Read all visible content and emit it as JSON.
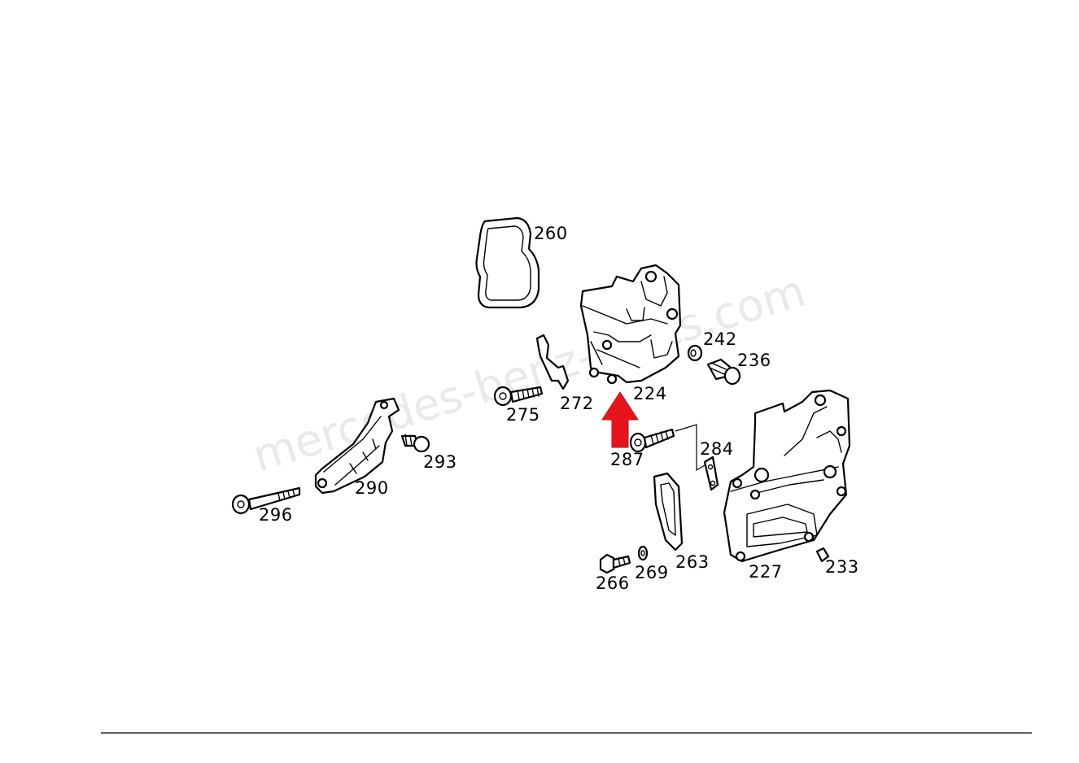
{
  "diagram": {
    "watermark": "mercedes-benz-parts.com",
    "accent_color": "#e8141c",
    "callouts": [
      {
        "id": "260",
        "label": "260"
      },
      {
        "id": "242",
        "label": "242"
      },
      {
        "id": "236",
        "label": "236"
      },
      {
        "id": "224",
        "label": "224"
      },
      {
        "id": "272",
        "label": "272"
      },
      {
        "id": "275",
        "label": "275"
      },
      {
        "id": "287",
        "label": "287"
      },
      {
        "id": "284",
        "label": "284"
      },
      {
        "id": "293",
        "label": "293"
      },
      {
        "id": "290",
        "label": "290"
      },
      {
        "id": "296",
        "label": "296"
      },
      {
        "id": "263",
        "label": "263"
      },
      {
        "id": "269",
        "label": "269"
      },
      {
        "id": "266",
        "label": "266"
      },
      {
        "id": "227",
        "label": "227"
      },
      {
        "id": "233",
        "label": "233"
      }
    ],
    "highlight_arrow": {
      "points_to": "224",
      "color": "#e8141c"
    }
  }
}
